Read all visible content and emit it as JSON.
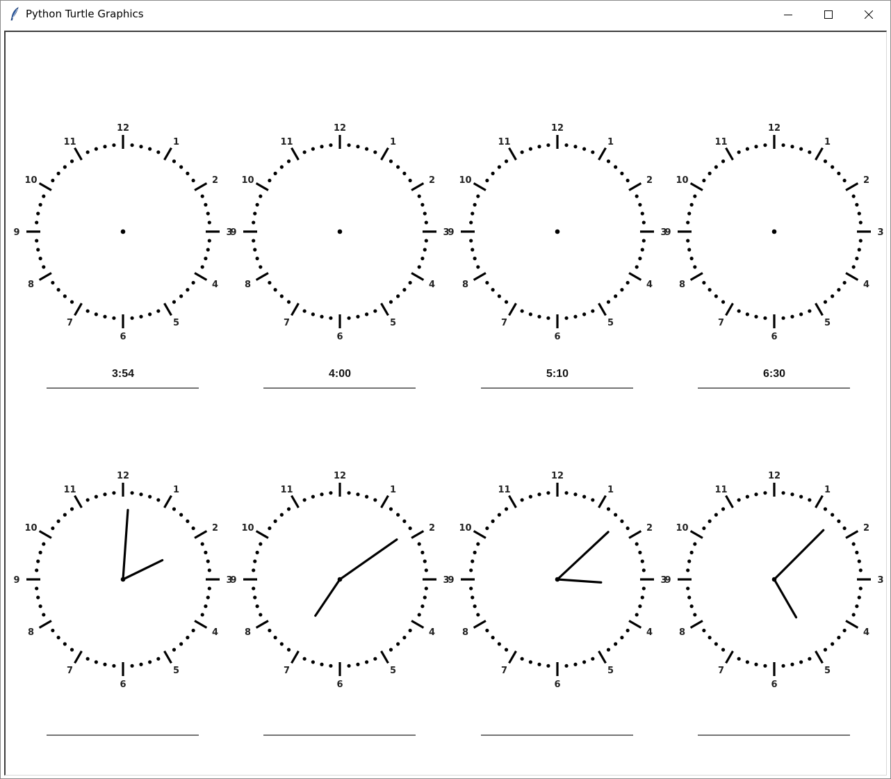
{
  "window": {
    "title": "Python Turtle Graphics",
    "icon": "feather-icon",
    "controls": {
      "minimize": "minimize-icon",
      "maximize": "maximize-icon",
      "close": "close-icon"
    }
  },
  "clock_numbers": [
    "12",
    "1",
    "2",
    "3",
    "4",
    "5",
    "6",
    "7",
    "8",
    "9",
    "10",
    "11"
  ],
  "clocks": [
    {
      "row": 1,
      "time_label": "3:54",
      "hands": null
    },
    {
      "row": 1,
      "time_label": "4:00",
      "hands": null
    },
    {
      "row": 1,
      "time_label": "5:10",
      "hands": null
    },
    {
      "row": 1,
      "time_label": "6:30",
      "hands": null
    },
    {
      "row": 2,
      "time_label": "",
      "hands": {
        "hour_deg": 64,
        "minute_deg": 4
      }
    },
    {
      "row": 2,
      "time_label": "",
      "hands": {
        "hour_deg": 214,
        "minute_deg": 55
      }
    },
    {
      "row": 2,
      "time_label": "",
      "hands": {
        "hour_deg": 94,
        "minute_deg": 47
      }
    },
    {
      "row": 2,
      "time_label": "",
      "hands": {
        "hour_deg": 150,
        "minute_deg": 45
      }
    }
  ],
  "colors": {
    "ink": "#000000",
    "text": "#222222",
    "background": "#ffffff"
  }
}
